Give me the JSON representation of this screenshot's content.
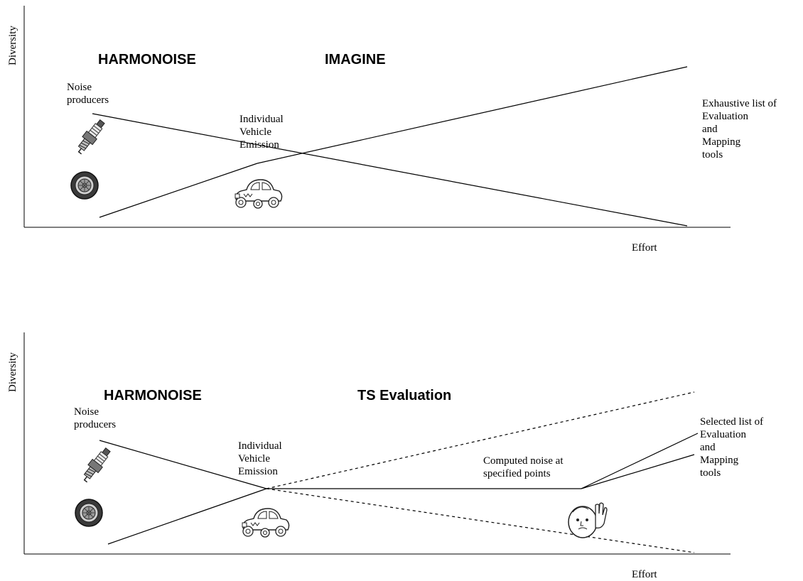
{
  "panels": [
    {
      "y_axis_label": "Diversity",
      "x_axis_label": "Effort",
      "left_heading": "HARMONOISE",
      "right_heading": "IMAGINE",
      "left_label": "Noise\nproducers",
      "middle_label": "Individual\nVehicle\nEmission",
      "right_label": "Exhaustive list of\nEvaluation\nand\nMapping\ntools",
      "icons": [
        "spark-plug-icon",
        "tire-icon",
        "car-icon"
      ]
    },
    {
      "y_axis_label": "Diversity",
      "x_axis_label": "Effort",
      "left_heading": "HARMONOISE",
      "right_heading": "TS Evaluation",
      "left_label": "Noise\nproducers",
      "middle_label": "Individual\nVehicle\nEmission",
      "center_label": "Computed noise at\nspecified points",
      "right_label": "Selected list of\nEvaluation\nand\nMapping\ntools",
      "icons": [
        "spark-plug-icon",
        "tire-icon",
        "car-icon",
        "face-hand-icon"
      ]
    }
  ]
}
